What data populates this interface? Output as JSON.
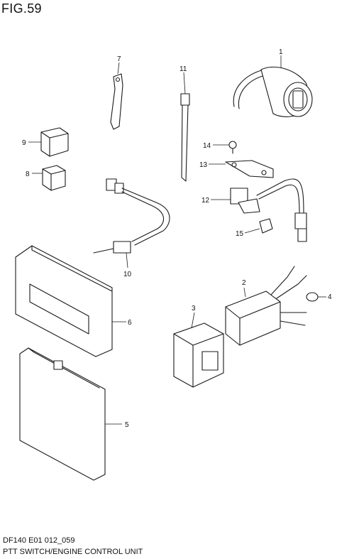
{
  "figure": {
    "title": "FIG.59"
  },
  "footer": {
    "code": "DF140 E01 012_059",
    "caption": "PTT SWITCH/ENGINE CONTROL UNIT"
  },
  "callouts": {
    "c1": "1",
    "c2": "2",
    "c3": "3",
    "c4": "4",
    "c5": "5",
    "c6": "6",
    "c7": "7",
    "c8": "8",
    "c9": "9",
    "c10": "10",
    "c11": "11",
    "c12": "12",
    "c13": "13",
    "c14": "14",
    "c15": "15"
  }
}
